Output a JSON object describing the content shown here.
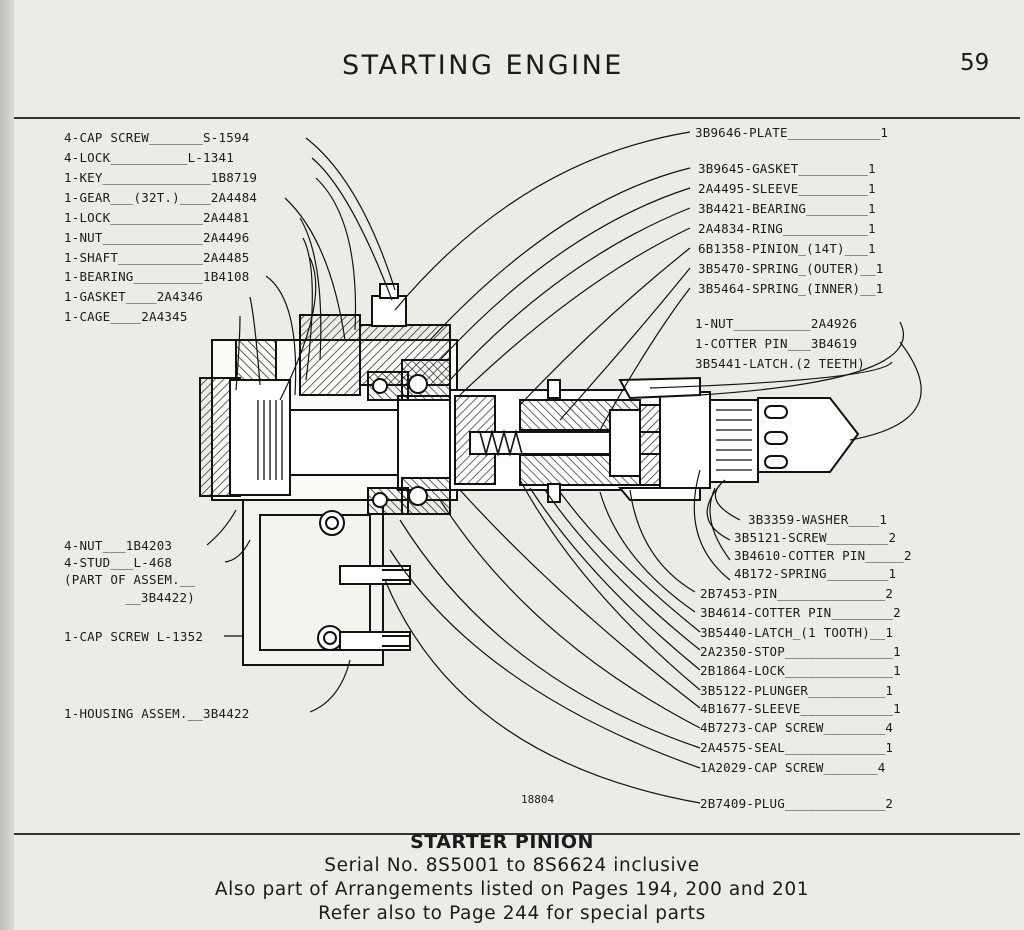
{
  "header": {
    "title": "STARTING ENGINE",
    "page_number": "59"
  },
  "figure_number": "18804",
  "callouts_left": [
    "4-CAP SCREW_______S-1594",
    "4-LOCK__________L-1341",
    "1-KEY______________1B8719",
    "1-GEAR___(32T.)____2A4484",
    "1-LOCK____________2A4481",
    "1-NUT_____________2A4496",
    "1-SHAFT___________2A4485",
    "1-BEARING_________1B4108",
    "1-GASKET____2A4346",
    "1-CAGE____2A4345"
  ],
  "callouts_left_lower": [
    "4-NUT___1B4203",
    "4-STUD___L-468",
    "(PART OF ASSEM.__",
    "  __3B4422)",
    "1-CAP SCREW L-1352",
    "1-HOUSING ASSEM.__3B4422"
  ],
  "callouts_right_top": [
    "3B9646-PLATE____________1",
    "3B9645-GASKET_________1",
    "2A4495-SLEEVE_________1",
    "3B4421-BEARING________1",
    "2A4834-RING___________1",
    "6B1358-PINION_(14T)___1",
    "3B5470-SPRING_(OUTER)__1",
    "3B5464-SPRING_(INNER)__1"
  ],
  "callouts_right_mid": [
    "1-NUT__________2A4926",
    "1-COTTER PIN___3B4619",
    "3B5441-LATCH.(2 TEETH)"
  ],
  "callouts_right_lower": [
    "3B3359-WASHER____1",
    "3B5121-SCREW________2",
    "3B4610-COTTER PIN_____2",
    "4B172-SPRING________1",
    "2B7453-PIN______________2",
    "3B4614-COTTER PIN________2",
    "3B5440-LATCH_(1 TOOTH)__1",
    "2A2350-STOP______________1",
    "2B1864-LOCK______________1",
    "3B5122-PLUNGER__________1",
    "4B1677-SLEEVE____________1",
    "4B7273-CAP SCREW________4",
    "2A4575-SEAL_____________1",
    "1A2029-CAP SCREW_______4",
    "2B7409-PLUG_____________2"
  ],
  "caption": {
    "title": "STARTER PINION",
    "line1": "Serial No. 8S5001 to 8S6624 inclusive",
    "line2": "Also part of Arrangements listed on Pages 194, 200 and 201",
    "line3": "Refer also to Page 244 for special parts"
  }
}
